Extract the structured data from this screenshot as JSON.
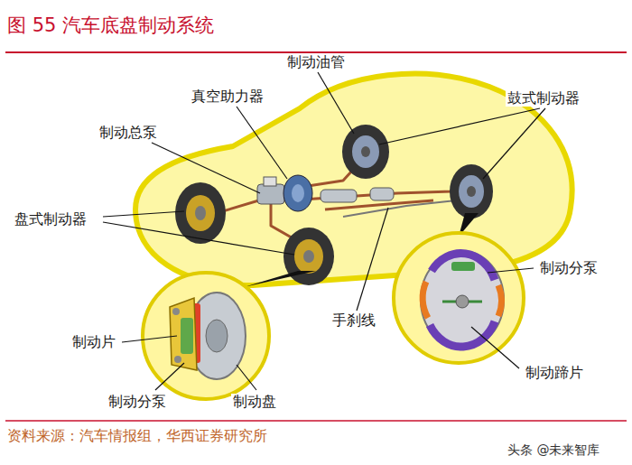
{
  "diagram": {
    "title": "图 55 汽车底盘制动系统",
    "caption": "资料来源：汽车情报组，华西证券研究所",
    "labels": [
      "制动油管",
      "真空助力器",
      "鼓式制动器",
      "制动总泵",
      "盘式制动器",
      "制动分泵",
      "手刹线",
      "制动片",
      "制动蹄片",
      "制动分泵",
      "制动盘",
      "头条 @未来智库"
    ]
  }
}
